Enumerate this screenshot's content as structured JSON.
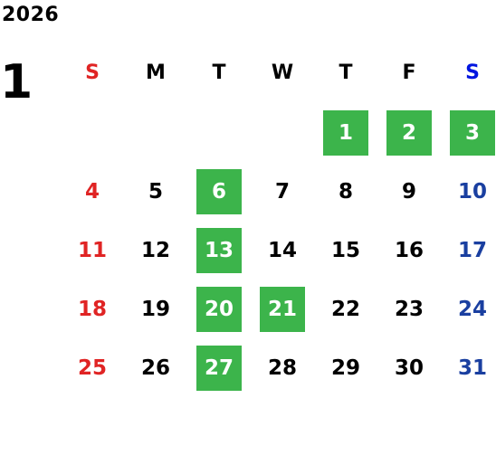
{
  "year": "2026",
  "month": "1",
  "colors": {
    "highlight": "#3cb44b",
    "sunday": "#e02424",
    "saturday": "#1a3fa0",
    "saturday_header": "#0015e0",
    "weekday": "#000000"
  },
  "weekdays": [
    "S",
    "M",
    "T",
    "W",
    "T",
    "F",
    "S"
  ],
  "weeks": [
    [
      {
        "day": "",
        "highlighted": false
      },
      {
        "day": "",
        "highlighted": false
      },
      {
        "day": "",
        "highlighted": false
      },
      {
        "day": "",
        "highlighted": false
      },
      {
        "day": "1",
        "highlighted": true
      },
      {
        "day": "2",
        "highlighted": true
      },
      {
        "day": "3",
        "highlighted": true
      }
    ],
    [
      {
        "day": "4",
        "highlighted": false
      },
      {
        "day": "5",
        "highlighted": false
      },
      {
        "day": "6",
        "highlighted": true
      },
      {
        "day": "7",
        "highlighted": false
      },
      {
        "day": "8",
        "highlighted": false
      },
      {
        "day": "9",
        "highlighted": false
      },
      {
        "day": "10",
        "highlighted": false
      }
    ],
    [
      {
        "day": "11",
        "highlighted": false
      },
      {
        "day": "12",
        "highlighted": false
      },
      {
        "day": "13",
        "highlighted": true
      },
      {
        "day": "14",
        "highlighted": false
      },
      {
        "day": "15",
        "highlighted": false
      },
      {
        "day": "16",
        "highlighted": false
      },
      {
        "day": "17",
        "highlighted": false
      }
    ],
    [
      {
        "day": "18",
        "highlighted": false
      },
      {
        "day": "19",
        "highlighted": false
      },
      {
        "day": "20",
        "highlighted": true
      },
      {
        "day": "21",
        "highlighted": true
      },
      {
        "day": "22",
        "highlighted": false
      },
      {
        "day": "23",
        "highlighted": false
      },
      {
        "day": "24",
        "highlighted": false
      }
    ],
    [
      {
        "day": "25",
        "highlighted": false
      },
      {
        "day": "26",
        "highlighted": false
      },
      {
        "day": "27",
        "highlighted": true
      },
      {
        "day": "28",
        "highlighted": false
      },
      {
        "day": "29",
        "highlighted": false
      },
      {
        "day": "30",
        "highlighted": false
      },
      {
        "day": "31",
        "highlighted": false
      }
    ]
  ]
}
